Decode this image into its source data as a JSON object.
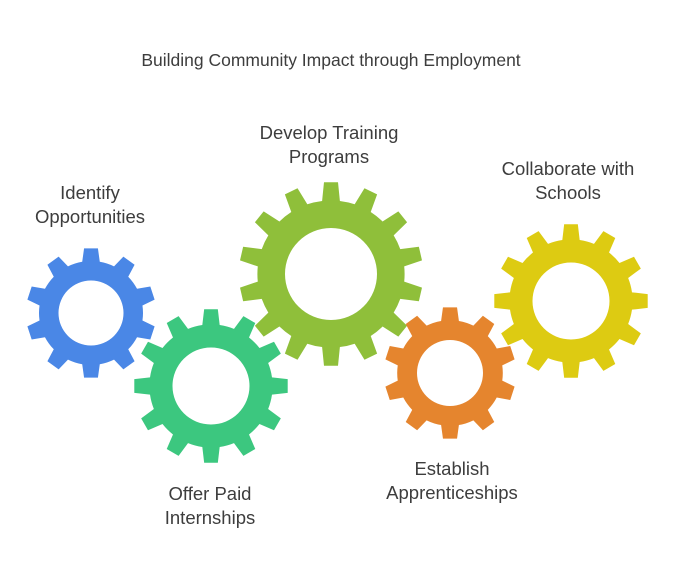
{
  "title": "Building Community Impact through Employment",
  "steps": [
    {
      "id": "identify",
      "line1": "Identify",
      "line2": "Opportunities",
      "color": "#4a87e6"
    },
    {
      "id": "offer",
      "line1": "Offer Paid",
      "line2": "Internships",
      "color": "#3cc77f"
    },
    {
      "id": "develop",
      "line1": "Develop Training",
      "line2": "Programs",
      "color": "#8fbf3a"
    },
    {
      "id": "establish",
      "line1": "Establish",
      "line2": "Apprenticeships",
      "color": "#e5852e"
    },
    {
      "id": "collab",
      "line1": "Collaborate with",
      "line2": "Schools",
      "color": "#ddcb12"
    }
  ]
}
